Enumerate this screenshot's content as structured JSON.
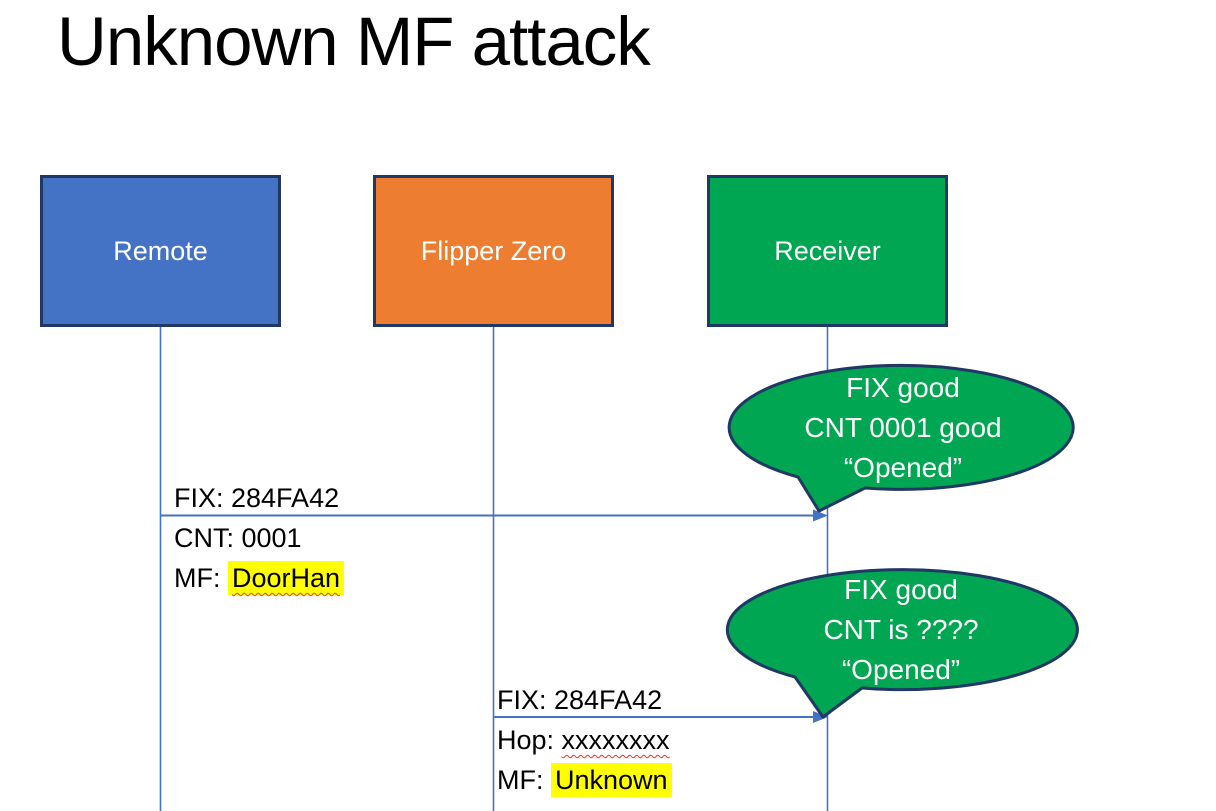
{
  "title": "Unknown MF attack",
  "actors": {
    "remote": {
      "label": "Remote",
      "fill": "#4472C4"
    },
    "flipper": {
      "label": "Flipper Zero",
      "fill": "#ED7D31"
    },
    "receiver": {
      "label": "Receiver",
      "fill": "#00A651"
    }
  },
  "messages": {
    "m1": {
      "from": "Remote",
      "to": "Receiver",
      "line1": "FIX: 284FA42",
      "line2": "CNT: 0001",
      "line3_prefix": "MF: ",
      "line3_value": "DoorHan",
      "line3_highlight": "yellow",
      "line3_underline": "red-squiggle"
    },
    "m2": {
      "from": "Flipper Zero",
      "to": "Receiver",
      "line1": "FIX: 284FA42",
      "line2_prefix": "Hop: ",
      "line2_value": "xxxxxxxx",
      "line2_underline": "red-squiggle",
      "line3_prefix": "MF: ",
      "line3_value": "Unknown",
      "line3_highlight": "yellow"
    }
  },
  "bubbles": {
    "b1": {
      "speaker": "Receiver",
      "line1": "FIX good",
      "line2": "CNT 0001 good",
      "line3": "“Opened”"
    },
    "b2": {
      "speaker": "Receiver",
      "line1": "FIX good",
      "line2": "CNT is ????",
      "line3": "“Opened”"
    }
  },
  "colors": {
    "actor_border": "#1F3864",
    "connector_blue": "#4472C4",
    "remote_fill": "#4472C4",
    "flipper_fill": "#ED7D31",
    "receiver_fill": "#00A651",
    "bubble_fill": "#00A651",
    "highlight_yellow": "#FFFF00",
    "squiggle_red": "#FF2A1A",
    "title_text": "#000000",
    "bubble_text": "#FFFFFF"
  }
}
